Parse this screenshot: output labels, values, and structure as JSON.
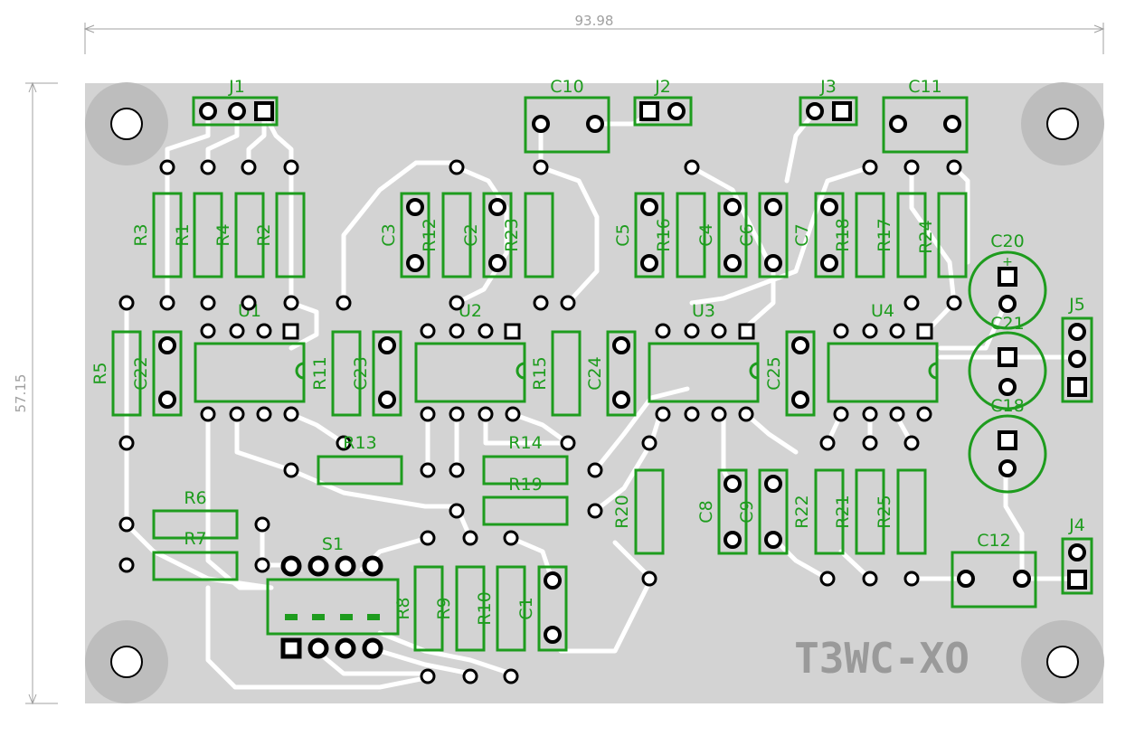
{
  "board": {
    "name": "T3WC-XO",
    "width_label": "93.98",
    "height_label": "57.15"
  },
  "colors": {
    "board": "#d3d3d3",
    "trace": "#ffffff",
    "silkscreen": "#1e9c1e",
    "pad_ring": "#000000",
    "dimension": "#a0a0a0"
  },
  "connectors": [
    "J1",
    "J2",
    "J3",
    "J4",
    "J5"
  ],
  "switches": [
    "S1"
  ],
  "ics": [
    "U1",
    "U2",
    "U3",
    "U4"
  ],
  "resistors": [
    "R1",
    "R2",
    "R3",
    "R4",
    "R5",
    "R6",
    "R7",
    "R8",
    "R9",
    "R10",
    "R11",
    "R12",
    "R13",
    "R14",
    "R15",
    "R16",
    "R17",
    "R18",
    "R19",
    "R20",
    "R21",
    "R22",
    "R23",
    "R24",
    "R25"
  ],
  "capacitors": [
    "C1",
    "C2",
    "C3",
    "C4",
    "C5",
    "C6",
    "C7",
    "C8",
    "C9",
    "C10",
    "C11",
    "C12",
    "C18",
    "C20",
    "C21",
    "C22",
    "C23",
    "C24",
    "C25"
  ]
}
